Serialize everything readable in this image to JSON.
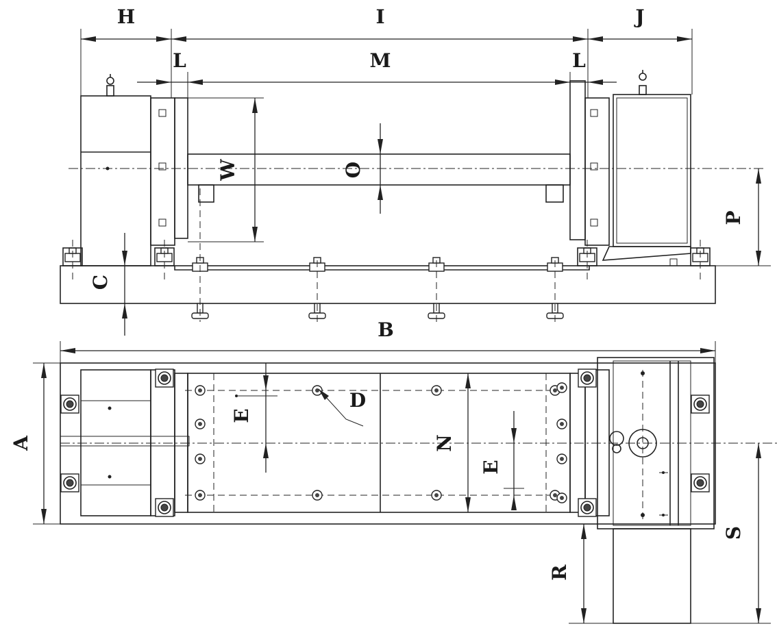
{
  "diagram": {
    "labels": {
      "H": "H",
      "I": "I",
      "J": "J",
      "L_left": "L",
      "M": "M",
      "L_right": "L",
      "W": "W",
      "O": "O",
      "P": "P",
      "C": "C",
      "B": "B",
      "A": "A",
      "D": "D",
      "E_left": "E",
      "N": "N",
      "E_right": "E",
      "R": "R",
      "S": "S"
    }
  }
}
